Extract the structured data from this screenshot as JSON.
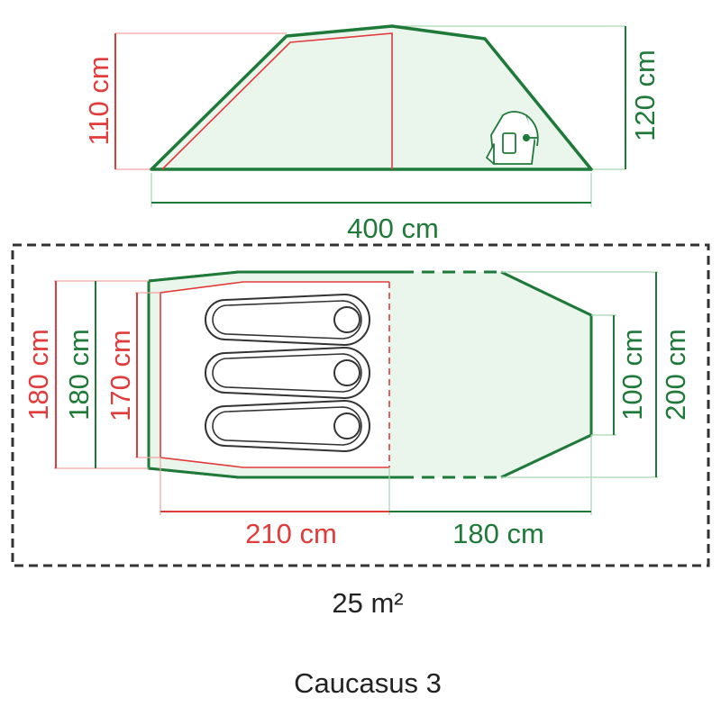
{
  "colors": {
    "green": "#1f7a3a",
    "red": "#e23b3b",
    "pink": "#f2a3a3",
    "lightgreen": "#a8d5b0",
    "tent_fill": "#eaf5ec",
    "dark": "#333333"
  },
  "side_view": {
    "inner_height": "110 cm",
    "outer_height": "120 cm",
    "length": "400 cm",
    "icon": "backpack-icon"
  },
  "floor_plan": {
    "outer_width_left": "180 cm",
    "inner_width_outer": "180 cm",
    "inner_width": "170 cm",
    "vestibule_depth_inner": "100 cm",
    "vestibule_width": "200 cm",
    "inner_length": "210 cm",
    "vestibule_length": "180 cm",
    "sleeping_bags": 3,
    "sleeping_bag_icon": "sleeping-bag-icon"
  },
  "footprint": "25 m²",
  "product_name": "Caucasus 3"
}
